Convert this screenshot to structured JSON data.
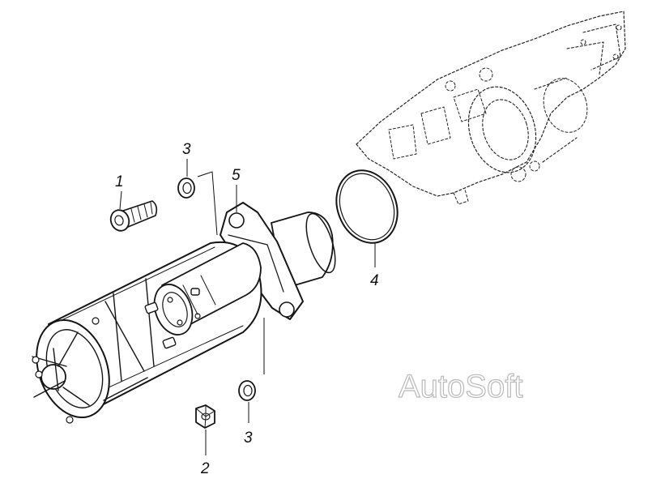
{
  "callouts": {
    "mounting_bolt": "1",
    "nut": "2",
    "washer_upper": "3",
    "washer_lower": "3",
    "o_ring": "4",
    "flange_gasket": "5"
  },
  "watermark": "AutoSoft",
  "colors": {
    "ink": "#151515",
    "paper": "#ffffff",
    "watermark_outline": "#b9b9b9"
  }
}
